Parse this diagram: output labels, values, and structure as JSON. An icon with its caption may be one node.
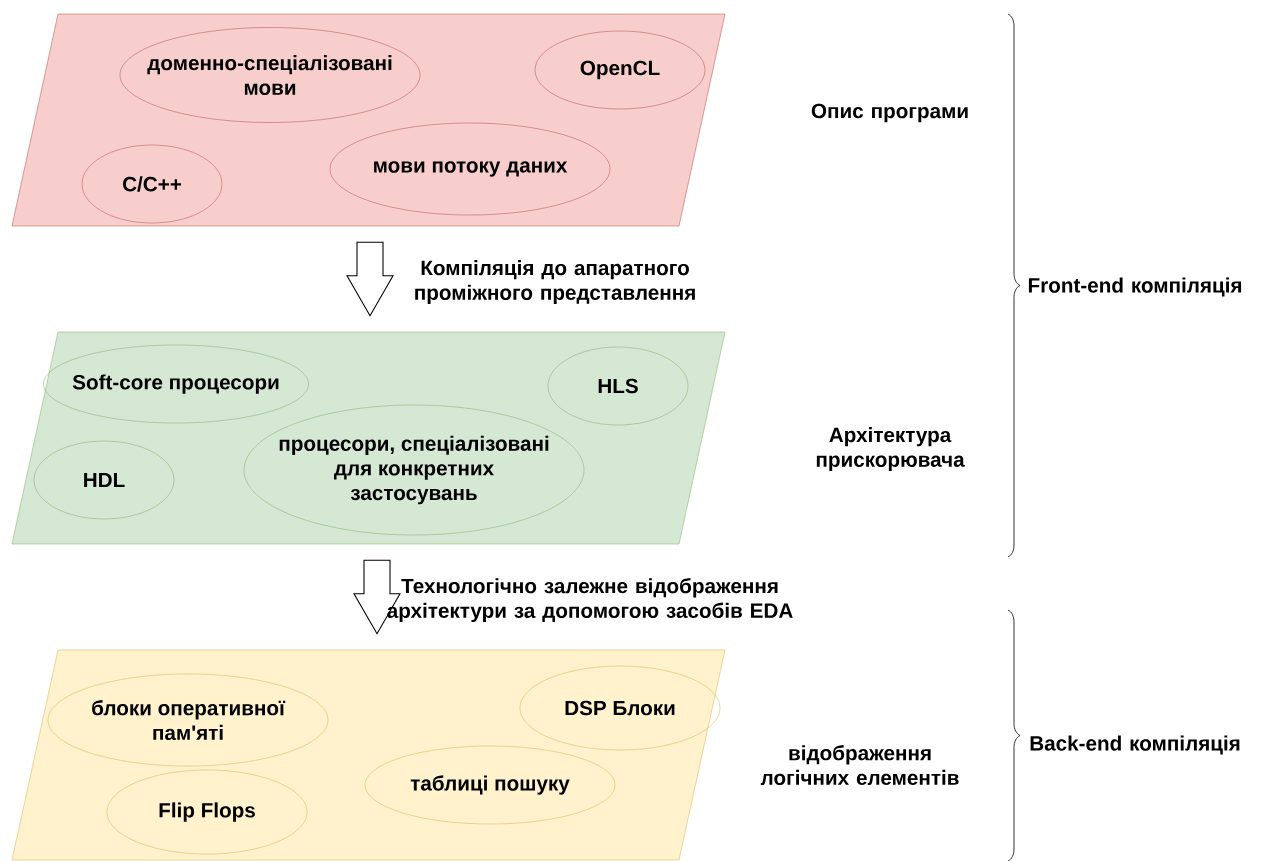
{
  "diagram": {
    "nodes": [
      {
        "text": [],
        "shape": "parallelogram"
      },
      {
        "text": [
          "доменно-спеціалізовані мови"
        ],
        "in": 0
      },
      {
        "text": [
          "OpenCL"
        ],
        "in": 0
      },
      {
        "text": [
          "C/C++"
        ],
        "in": 0
      },
      {
        "text": [
          "мови потоку даних"
        ],
        "in": 0
      },
      {
        "text": [],
        "shape": "parallelogram"
      },
      {
        "text": [
          "Soft-core процесори"
        ],
        "in": 5
      },
      {
        "text": [
          "HLS"
        ],
        "in": 5
      },
      {
        "text": [
          "HDL"
        ],
        "in": 5
      },
      {
        "text": [
          "процесори, спеціалізовані для конкретних застосувань"
        ],
        "in": 5
      },
      {
        "text": [],
        "shape": "parallelogram"
      },
      {
        "text": [
          "блоки оперативної пам'яті"
        ],
        "in": 10
      },
      {
        "text": [
          "DSP Блоки"
        ],
        "in": 10
      },
      {
        "text": [
          "таблиці пошуку"
        ],
        "in": 10
      },
      {
        "text": [
          "Flip Flops"
        ],
        "in": 10
      }
    ],
    "edges": [
      {
        "from": 0,
        "to": 5,
        "arrow": "to",
        "label": "Компіляція до апаратного проміжного представлення"
      },
      {
        "from": 5,
        "to": 10,
        "arrow": "to",
        "label": "Технологічно залежне відображення архітектури за допомогою засобів EDA"
      }
    ],
    "labels": [
      "Опис програми",
      "Front-end компіляція",
      "Архітектура прискорювача",
      "відображення логічних елементів",
      "Back-end компіляція"
    ]
  }
}
